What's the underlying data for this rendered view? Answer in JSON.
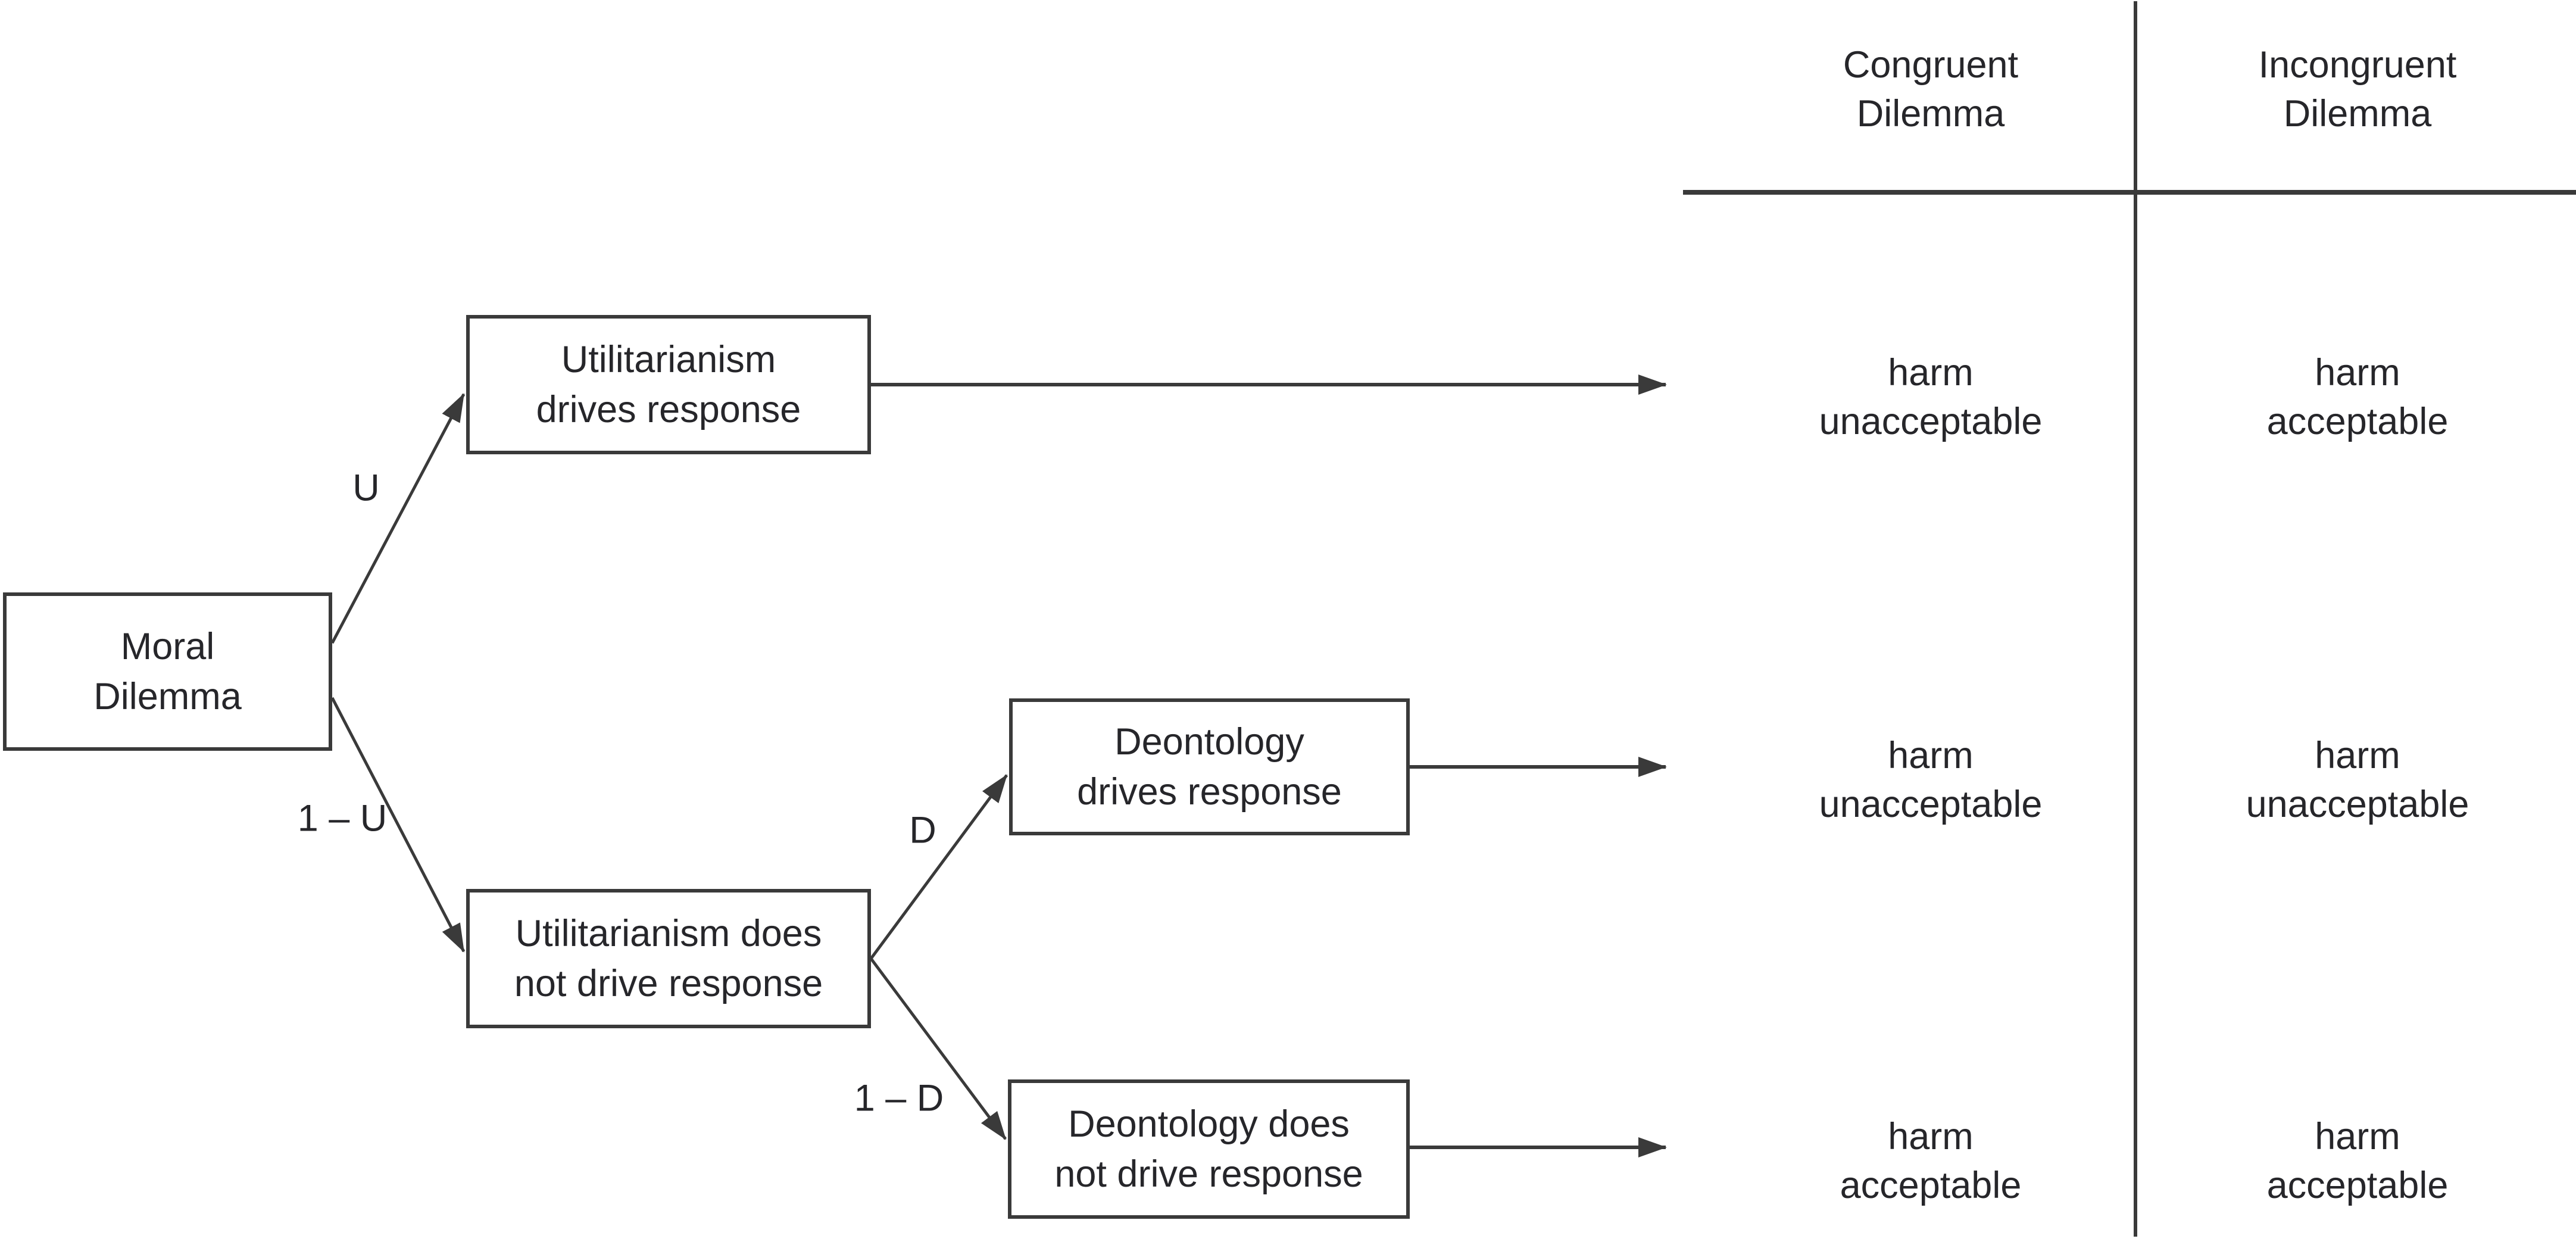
{
  "tree": {
    "root": {
      "lines": [
        "Moral",
        "Dilemma"
      ]
    },
    "branches": {
      "u": "U",
      "one_minus_u": "1 – U",
      "d": "D",
      "one_minus_d": "1 – D"
    },
    "nodes": {
      "util_drives": {
        "lines": [
          "Utilitarianism",
          "drives response"
        ]
      },
      "util_not": {
        "lines": [
          "Utilitarianism does",
          "not drive response"
        ]
      },
      "deont_drives": {
        "lines": [
          "Deontology",
          "drives response"
        ]
      },
      "deont_not": {
        "lines": [
          "Deontology does",
          "not drive response"
        ]
      }
    }
  },
  "table": {
    "columns": [
      {
        "header_lines": [
          "Congruent",
          "Dilemma"
        ]
      },
      {
        "header_lines": [
          "Incongruent",
          "Dilemma"
        ]
      }
    ],
    "outcomes": [
      [
        [
          "harm",
          "unacceptable"
        ],
        [
          "harm",
          "acceptable"
        ]
      ],
      [
        [
          "harm",
          "unacceptable"
        ],
        [
          "harm",
          "unacceptable"
        ]
      ],
      [
        [
          "harm",
          "acceptable"
        ],
        [
          "harm",
          "acceptable"
        ]
      ]
    ]
  },
  "colors": {
    "ink": "#26262a",
    "line": "#3a3a3a",
    "background": "#ffffff"
  }
}
